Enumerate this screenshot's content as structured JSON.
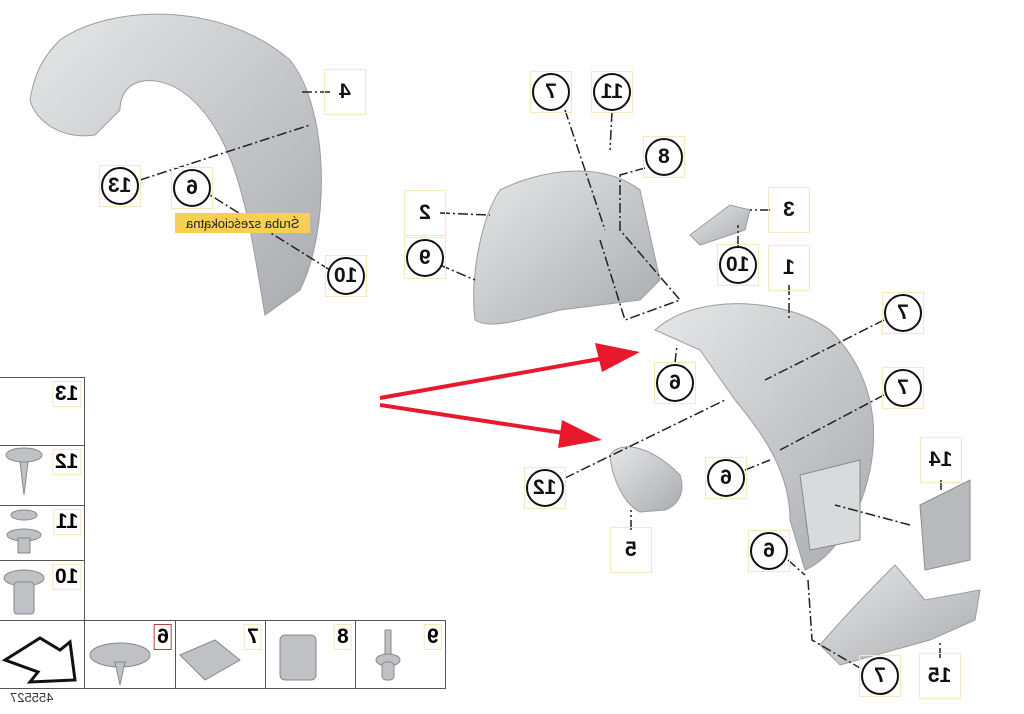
{
  "tooltip": "Śruba sześciokątna",
  "callouts": [
    {
      "label": "4"
    },
    {
      "label": "13"
    },
    {
      "label": "6"
    },
    {
      "label": "10"
    },
    {
      "label": "7"
    },
    {
      "label": "11"
    },
    {
      "label": "8"
    },
    {
      "label": "2"
    },
    {
      "label": "9"
    },
    {
      "label": "3"
    },
    {
      "label": "10"
    },
    {
      "label": "1"
    },
    {
      "label": "7"
    },
    {
      "label": "6"
    },
    {
      "label": "7"
    },
    {
      "label": "6"
    },
    {
      "label": "12"
    },
    {
      "label": "5"
    },
    {
      "label": "14"
    },
    {
      "label": "6"
    },
    {
      "label": "7"
    },
    {
      "label": "15"
    }
  ],
  "parts_table": {
    "left_column": [
      "13",
      "12",
      "11",
      "10"
    ],
    "bottom_row": [
      "6",
      "7",
      "8",
      "9"
    ],
    "document_number": "455527"
  },
  "colors": {
    "arrow": "#e8192c",
    "highlight": "#b5413f",
    "tooltip_bg": "#f7cf57",
    "part": "#c4c6c9"
  }
}
